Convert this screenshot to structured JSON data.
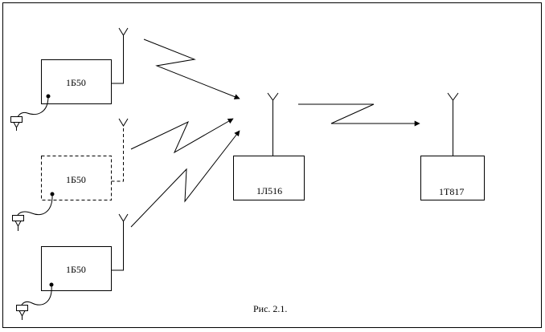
{
  "diagram": {
    "caption": "Рис. 2.1.",
    "transmitters": [
      {
        "label": "1Б50",
        "style": "solid"
      },
      {
        "label": "1Б50",
        "style": "dashed"
      },
      {
        "label": "1Б50",
        "style": "solid"
      }
    ],
    "relay": {
      "label": "1Л516"
    },
    "receiver": {
      "label": "1Т817"
    },
    "icons": [
      "antenna-icon",
      "handset-icon",
      "arrowhead-icon"
    ]
  }
}
